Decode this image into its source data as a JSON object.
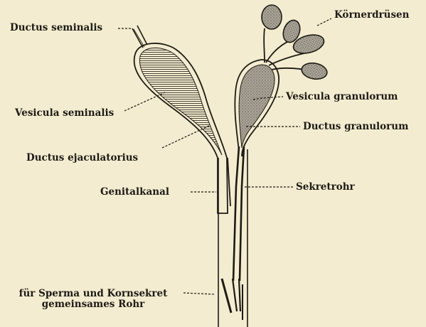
{
  "labels": {
    "ductus_seminalis": "Ductus seminalis",
    "koernerdruesen": "Körnerdrüsen",
    "vesicula_granulorum": "Vesicula granulorum",
    "vesicula_seminalis": "Vesicula seminalis",
    "ductus_granulorum": "Ductus granulorum",
    "ductus_ejaculatorius": "Ductus ejaculatorius",
    "genitalkanal": "Genitalkanal",
    "sekretrohr": "Sekretrohr",
    "gemeinsames_rohr_line1": "für Sperma und Kornsekret",
    "gemeinsames_rohr_line2": "gemeinsames Rohr"
  },
  "colors": {
    "background": "#f4ecd0",
    "ink": "#1c1a14",
    "gland_fill": "#9a968a"
  }
}
